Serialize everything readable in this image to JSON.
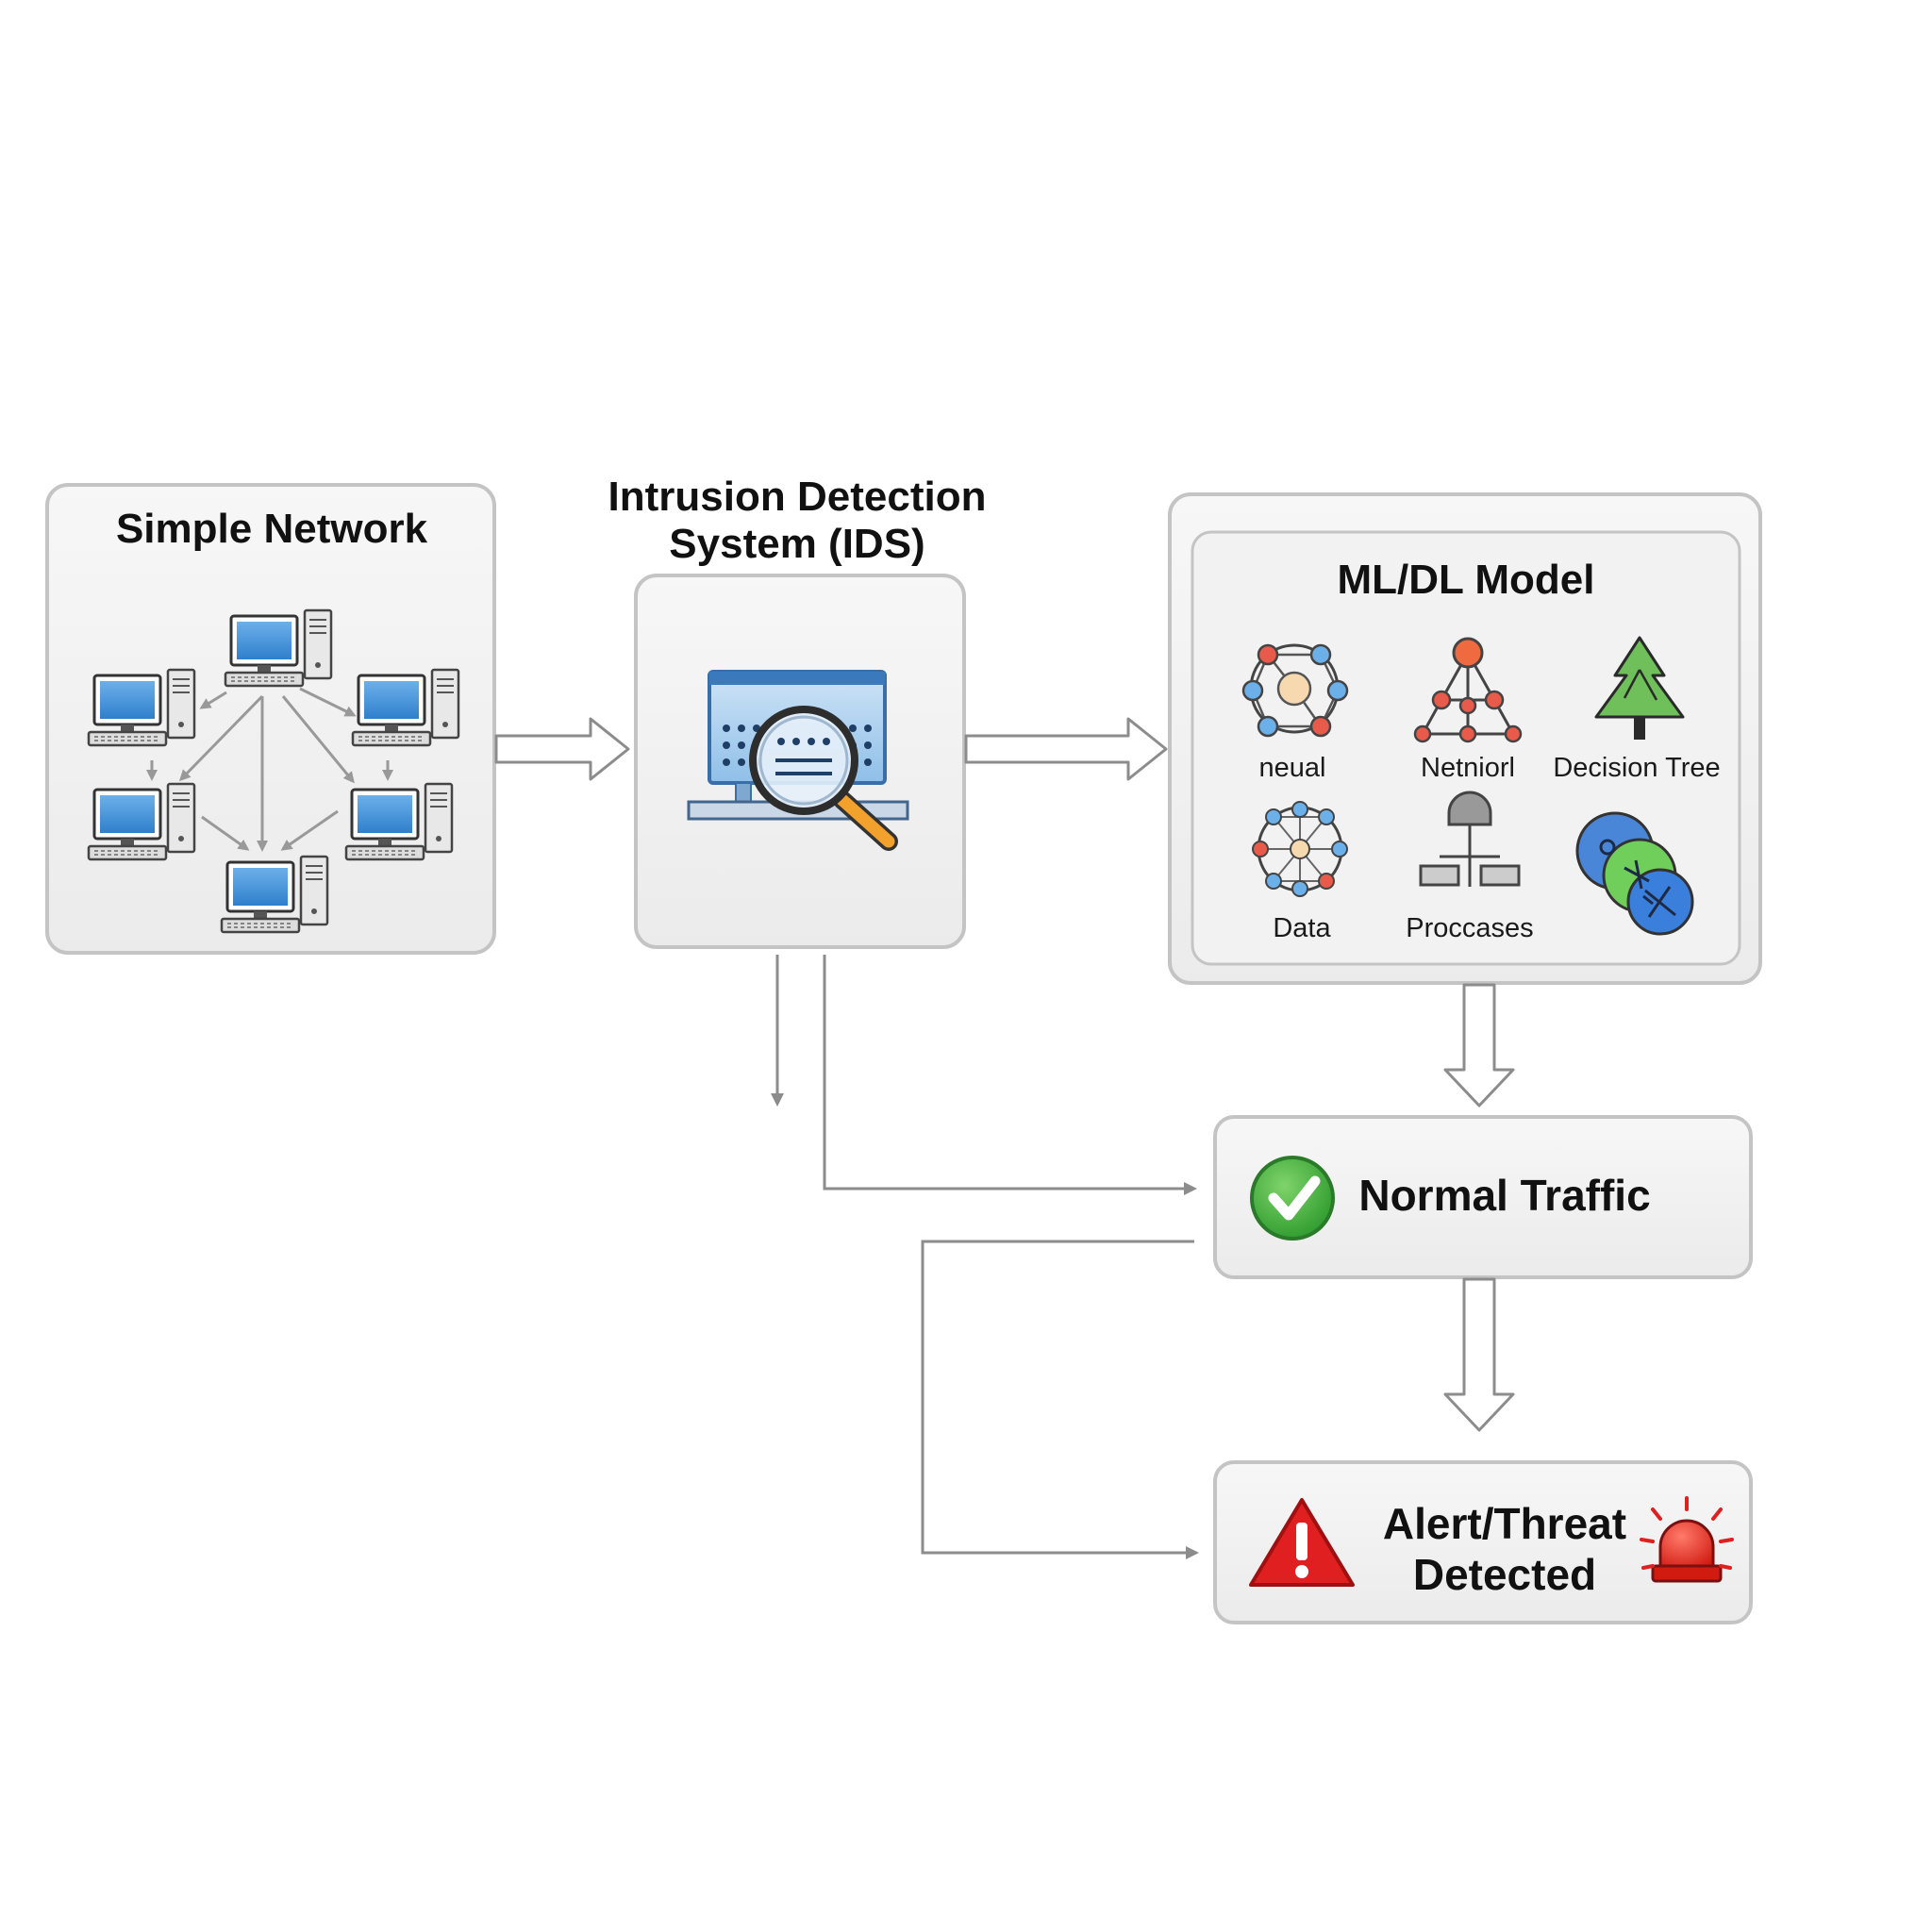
{
  "diagram": {
    "network": {
      "title": "Simple Network"
    },
    "ids": {
      "title_line1": "Intrusion Detection",
      "title_line2": "System (IDS)"
    },
    "model": {
      "title": "ML/DL Model",
      "items": [
        {
          "label": "neual",
          "icon": "neural-network-icon"
        },
        {
          "label": "Netniorl",
          "icon": "network-graph-icon"
        },
        {
          "label": "Decision Tree",
          "icon": "decision-tree-icon"
        },
        {
          "label": "Data",
          "icon": "data-mesh-icon"
        },
        {
          "label": "Proccases",
          "icon": "process-flow-icon"
        },
        {
          "label": "",
          "icon": "clusters-icon"
        }
      ]
    },
    "normal": {
      "label": "Normal Traffic",
      "icon": "check-circle-icon"
    },
    "alert": {
      "label_line1": "Alert/Threat",
      "label_line2": "Detected",
      "icons": [
        "warning-triangle-icon",
        "siren-icon"
      ]
    }
  },
  "colors": {
    "box_fill": "#f2f2f2",
    "box_border": "#c4c4c4",
    "arrow": "#9a9a9a",
    "screen_blue": "#3f8fd6",
    "check_green": "#3aa63a",
    "alert_red": "#e02020",
    "tree_green": "#6fbf5a",
    "magnifier_orange": "#f2a12d"
  }
}
